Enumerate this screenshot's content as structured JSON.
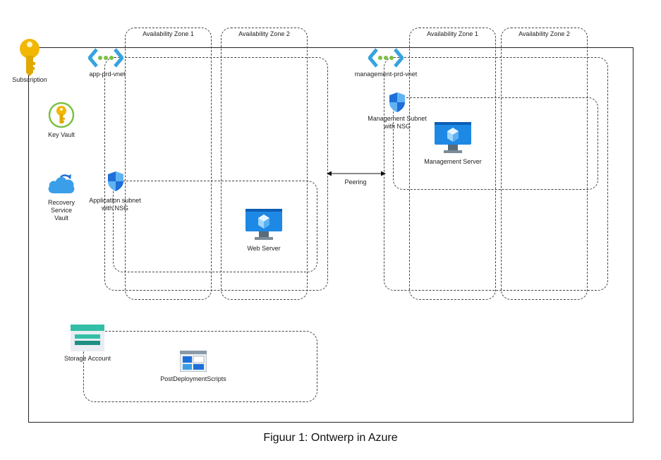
{
  "subscription": {
    "label": "Subscription"
  },
  "left_vnet": {
    "name": "app-prd-vnet",
    "zone1": "Availability Zone 1",
    "zone2": "Availability Zone 2",
    "subnet_label": "Application subnet\nwith NSG",
    "server_label": "Web Server"
  },
  "right_vnet": {
    "name": "management-prd-vnet",
    "zone1": "Availability Zone 1",
    "zone2": "Availability Zone 2",
    "subnet_label": "Management Subnet\nwith NSG",
    "server_label": "Management Server"
  },
  "services": {
    "key_vault": "Key Vault",
    "recovery_vault": "Recovery\nService\nVault",
    "storage_account": "Storage Account",
    "container": "PostDeploymentScripts"
  },
  "peering": "Peering",
  "caption": "Figuur 1: Ontwerp in Azure",
  "colors": {
    "azure_blue": "#0078d4",
    "key_gold": "#f2b705",
    "storage_teal": "#32bfa6",
    "monitor_blue": "#1e88e5"
  }
}
